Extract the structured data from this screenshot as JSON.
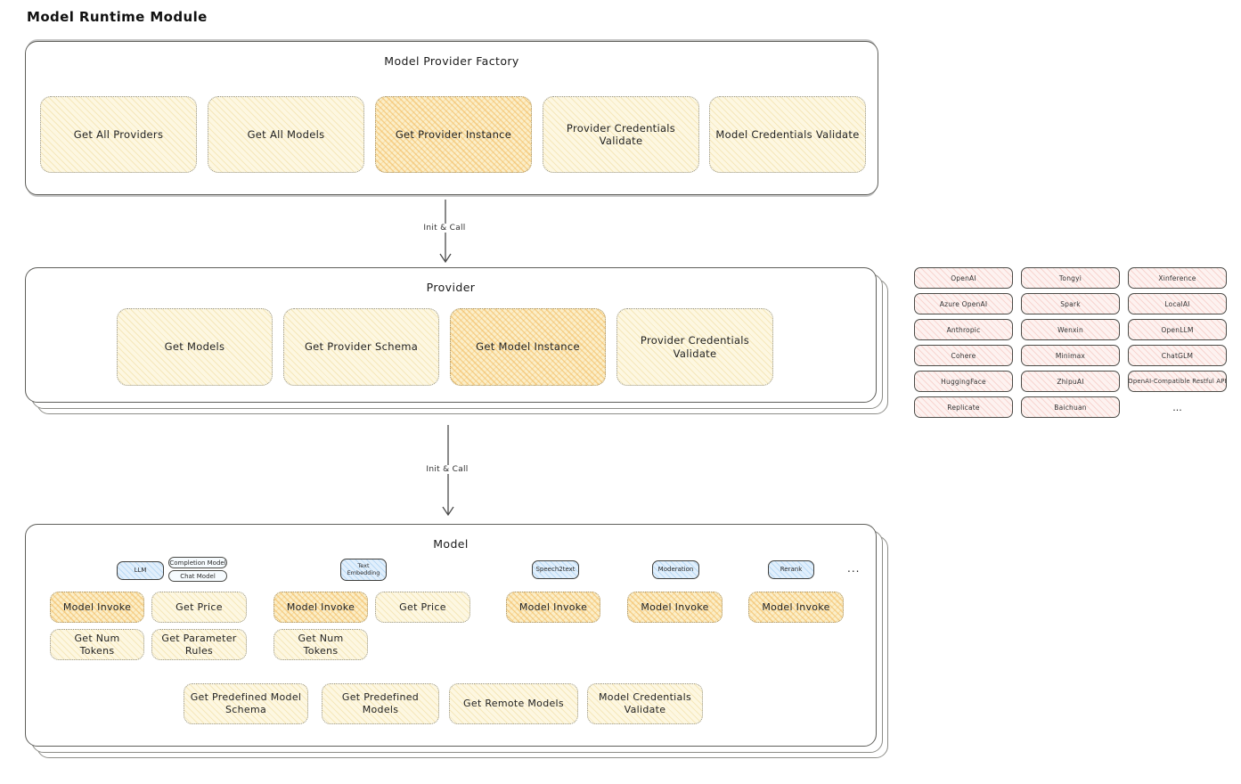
{
  "page_title": "Model Runtime Module",
  "colors": {
    "box_yellow": "#fdf7e1",
    "box_highlight": "#fbeec8",
    "provider_pink": "#fdf2f0",
    "tag_blue": "#e1effc",
    "outline": "#5f5f5b"
  },
  "factory": {
    "title": "Model Provider Factory",
    "boxes": [
      {
        "label": "Get All Providers",
        "highlight": false
      },
      {
        "label": "Get All Models",
        "highlight": false
      },
      {
        "label": "Get Provider Instance",
        "highlight": true
      },
      {
        "label": "Provider Credentials Validate",
        "highlight": false
      },
      {
        "label": "Model Credentials Validate",
        "highlight": false
      }
    ]
  },
  "arrows": {
    "init_call_1": "Init & Call",
    "init_call_2": "Init & Call"
  },
  "provider": {
    "title": "Provider",
    "boxes": [
      {
        "label": "Get Models",
        "highlight": false
      },
      {
        "label": "Get Provider Schema",
        "highlight": false
      },
      {
        "label": "Get Model Instance",
        "highlight": true
      },
      {
        "label": "Provider Credentials Validate",
        "highlight": false
      }
    ]
  },
  "provider_list": {
    "items": [
      "OpenAI",
      "Tongyi",
      "Xinference",
      "Azure OpenAI",
      "Spark",
      "LocalAI",
      "Anthropic",
      "Wenxin",
      "OpenLLM",
      "Cohere",
      "Minimax",
      "ChatGLM",
      "HuggingFace",
      "ZhipuAI",
      "OpenAI-Compatible Restful API",
      "Replicate",
      "Baichuan"
    ],
    "more": "..."
  },
  "model": {
    "title": "Model",
    "tags": {
      "llm": "LLM",
      "completion": "Completion Model",
      "chat": "Chat Model",
      "text_embedding": "Text Embedding",
      "speech2text": "Speech2text",
      "moderation": "Moderation",
      "rerank": "Rerank",
      "more": "..."
    },
    "functions": {
      "model_invoke": "Model Invoke",
      "get_price": "Get Price",
      "get_num_tokens": "Get Num Tokens",
      "get_parameter_rules": "Get Parameter Rules",
      "get_predefined_model_schema": "Get Predefined Model Schema",
      "get_predefined_models": "Get Predefined Models",
      "get_remote_models": "Get Remote Models",
      "model_credentials_validate": "Model Credentials Validate"
    }
  }
}
